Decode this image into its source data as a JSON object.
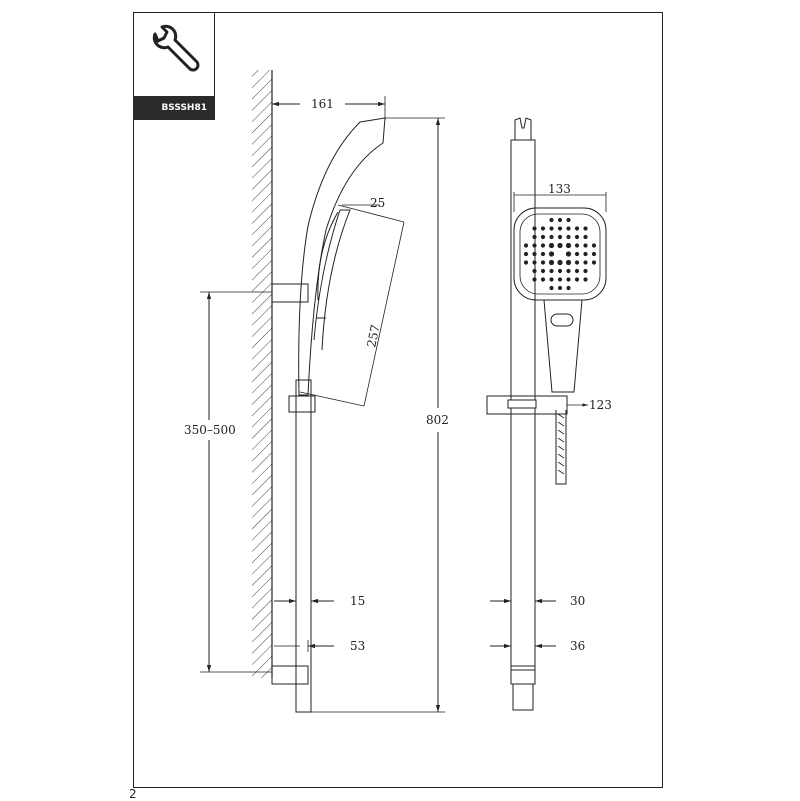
{
  "badge": {
    "model": "BSSSH81"
  },
  "page": {
    "number": "2"
  },
  "icons": {
    "tool": "wrench-icon"
  },
  "dimensions": {
    "side_width": "161",
    "head_thickness": "25",
    "head_length": "257",
    "bracket_range": "350–500",
    "total_height": "802",
    "head_width": "133",
    "slider_width": "123",
    "rail_depth": "15",
    "bracket_depth": "53",
    "rail_diameter": "30",
    "rail_end_diameter": "36"
  },
  "colors": {
    "line": "#222222",
    "badge_bg": "#2b2b2b"
  }
}
